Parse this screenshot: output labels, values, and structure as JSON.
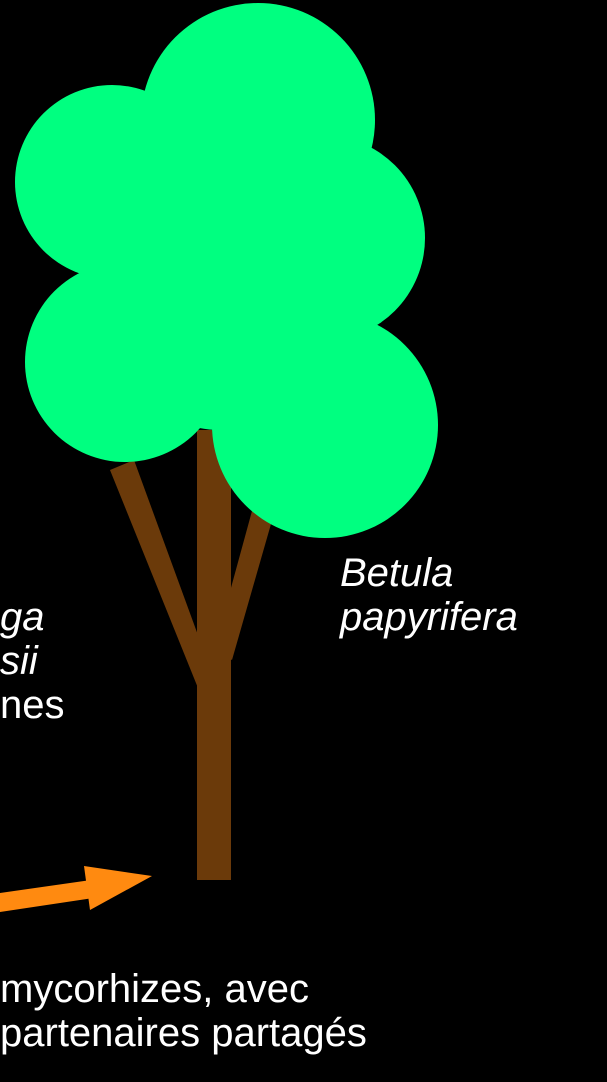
{
  "colors": {
    "background": "#000000",
    "canopy": "#00ff80",
    "trunk": "#6b3a0a",
    "arrow": "#ff8a10",
    "text": "#ffffff"
  },
  "tree": {
    "species_line1": "Betula",
    "species_line2": "papyrifera"
  },
  "left_species": {
    "line1": "ga",
    "line2": "sii",
    "line3": "nes"
  },
  "caption": {
    "line1": "mycorhizes, avec",
    "line2": "partenaires partagés"
  }
}
